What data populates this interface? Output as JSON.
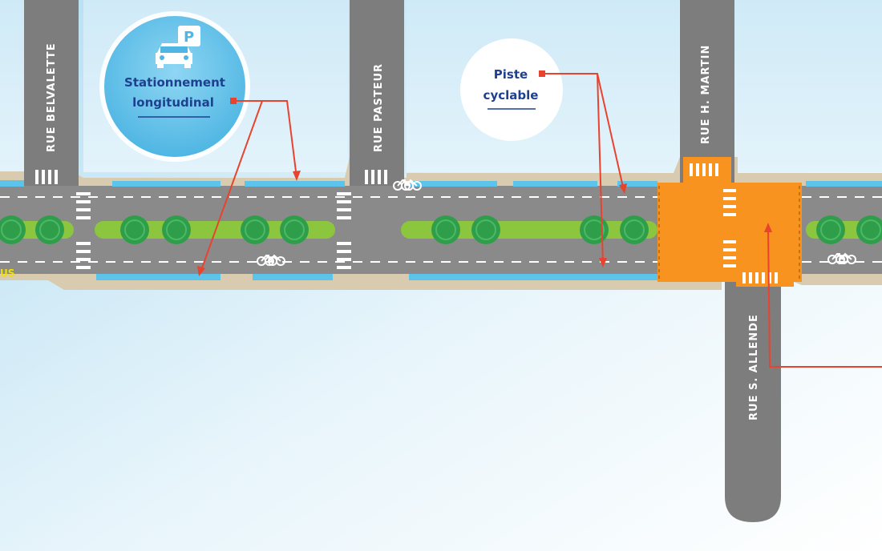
{
  "streets": {
    "belvalette": "RUE BELVALETTE",
    "pasteur": "RUE PASTEUR",
    "h_martin": "RUE H. MARTIN",
    "s_allende": "RUE S. ALLENDE"
  },
  "callouts": {
    "parking": {
      "line1": "Stationnement",
      "line2": "longitudinal",
      "icon": "car-parking-icon"
    },
    "bike": {
      "line1": "Piste",
      "line2": "cyclable"
    }
  },
  "bus_label": "US",
  "colors": {
    "road": "#8a8a8a",
    "sidewalk": "#d8cbb0",
    "median": "#8cc63f",
    "tree": "#2e9e4a",
    "bike_lane": "#5cc3ea",
    "plateau": "#f7931e",
    "arrow": "#e8432e",
    "callout_parking": "#5cc3ea",
    "callout_text": "#1f3f8f"
  }
}
